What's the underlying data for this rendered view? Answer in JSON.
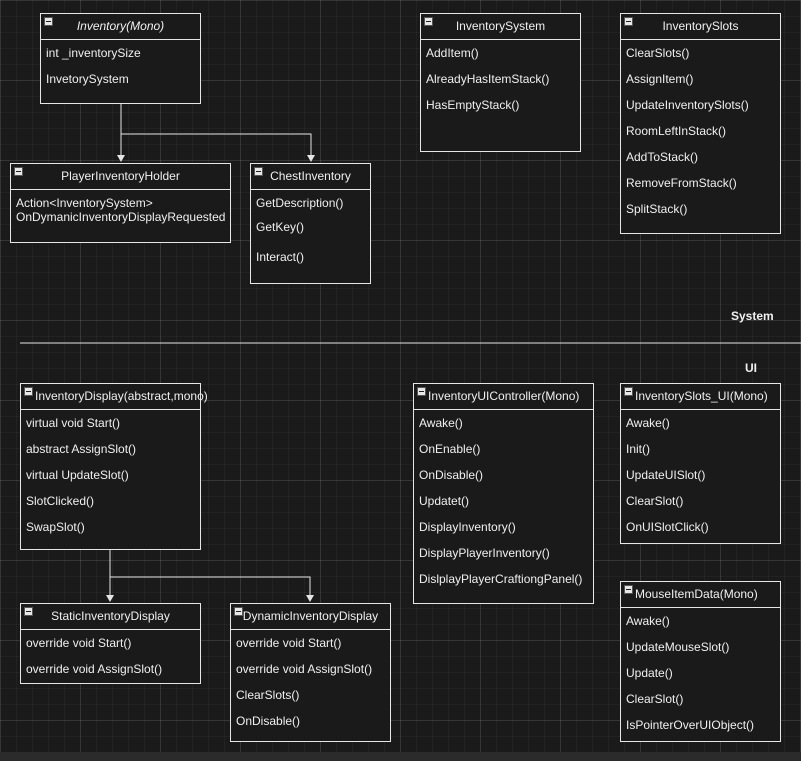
{
  "classes": {
    "inventory_mono": {
      "title": "Inventory(Mono)",
      "members": [
        "int _inventorySize",
        "InvetorySystem"
      ]
    },
    "inventory_system": {
      "title": "InventorySystem",
      "members": [
        "AddItem()",
        "AlreadyHasItemStack()",
        "HasEmptyStack()"
      ]
    },
    "inventory_slots": {
      "title": "InventorySlots",
      "members": [
        "ClearSlots()",
        "AssignItem()",
        "UpdateInventorySlots()",
        "RoomLeftInStack()",
        "AddToStack()",
        "RemoveFromStack()",
        "SplitStack()"
      ]
    },
    "player_inventory_holder": {
      "title": "PlayerInventoryHolder",
      "members": [
        "Action<InventorySystem>",
        "OnDymanicInventoryDisplayRequested"
      ]
    },
    "chest_inventory": {
      "title": "ChestInventory",
      "members": [
        "GetDescription()",
        "GetKey()",
        "Interact()"
      ]
    },
    "inventory_display": {
      "title": "InventoryDisplay(abstract,mono)",
      "members": [
        "virtual void Start()",
        "abstract AssignSlot()",
        "virtual UpdateSlot()",
        "SlotClicked()",
        "SwapSlot()"
      ]
    },
    "inventory_ui_controller": {
      "title": "InventoryUIController(Mono)",
      "members": [
        "Awake()",
        "OnEnable()",
        "OnDisable()",
        "Updatet()",
        "DisplayInventory()",
        "DisplayPlayerInventory()",
        "DislplayPlayerCraftiongPanel()"
      ]
    },
    "inventory_slots_ui": {
      "title": "InventorySlots_UI(Mono)",
      "members": [
        "Awake()",
        "Init()",
        "UpdateUISlot()",
        "ClearSlot()",
        "OnUISlotClick()"
      ]
    },
    "static_inventory_display": {
      "title": "StaticInventoryDisplay",
      "members": [
        "override void Start()",
        "override void AssignSlot()"
      ]
    },
    "dynamic_inventory_display": {
      "title": "DynamicInventoryDisplay",
      "members": [
        "override void Start()",
        "override void AssignSlot()",
        "ClearSlots()",
        "OnDisable()"
      ]
    },
    "mouse_item_data": {
      "title": "MouseItemData(Mono)",
      "members": [
        "Awake()",
        "UpdateMouseSlot()",
        "Update()",
        "ClearSlot()",
        "IsPointerOverUIObject()"
      ]
    }
  },
  "labels": {
    "system": "System",
    "ui": "UI"
  },
  "colors": {
    "background": "#1a1a1a",
    "line": "#e6e6e6",
    "text": "#f0f0f0"
  }
}
